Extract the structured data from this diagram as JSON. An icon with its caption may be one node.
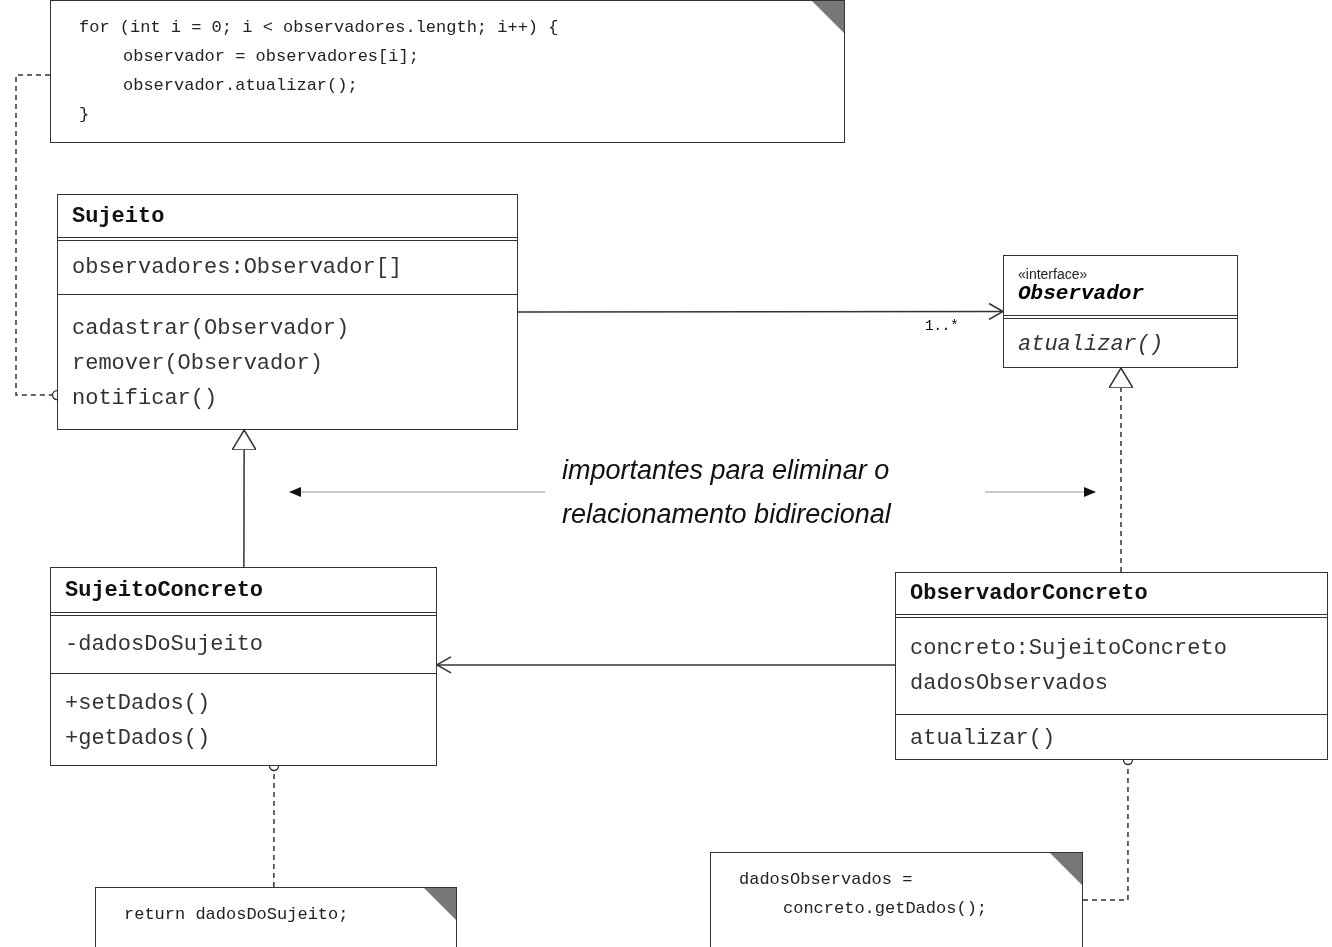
{
  "diagram": {
    "nodes": [
      {
        "text": [
          "for (int i = 0; i < observadores.length; i++) {",
          "observador = observadores[i];",
          "observador.atualizar();",
          "}"
        ]
      },
      {
        "text": [
          "Sujeito",
          "observadores:Observador[]",
          "cadastrar(Observador)",
          "remover(Observador)",
          "notificar()"
        ]
      },
      {
        "text": [
          "«interface»",
          "Observador",
          "atualizar()"
        ]
      },
      {
        "text": [
          "SujeitoConcreto",
          "-dadosDoSujeito",
          "+setDados()",
          "+getDados()"
        ]
      },
      {
        "text": [
          "ObservadorConcreto",
          "concreto:SujeitoConcreto",
          "dadosObservados",
          "atualizar()"
        ]
      },
      {
        "text": [
          "return dadosDoSujeito;"
        ]
      },
      {
        "text": [
          "dadosObservados =",
          "concreto.getDados();"
        ]
      }
    ],
    "edges": [
      {
        "from": 0,
        "to": 1,
        "arrow": "other",
        "style": "dashed"
      },
      {
        "from": 1,
        "to": 2,
        "arrow": "to",
        "label": "1..*"
      },
      {
        "from": 3,
        "to": 1,
        "arrow": "to"
      },
      {
        "from": 4,
        "to": 2,
        "arrow": "to",
        "style": "dashed"
      },
      {
        "from": 4,
        "to": 3,
        "arrow": "to"
      },
      {
        "from": 5,
        "to": 3,
        "arrow": "other",
        "style": "dashed"
      },
      {
        "from": 6,
        "to": 4,
        "arrow": "other",
        "style": "dashed"
      }
    ],
    "labels": [
      "importantes para eliminar o relacionamento bidirecional"
    ]
  }
}
